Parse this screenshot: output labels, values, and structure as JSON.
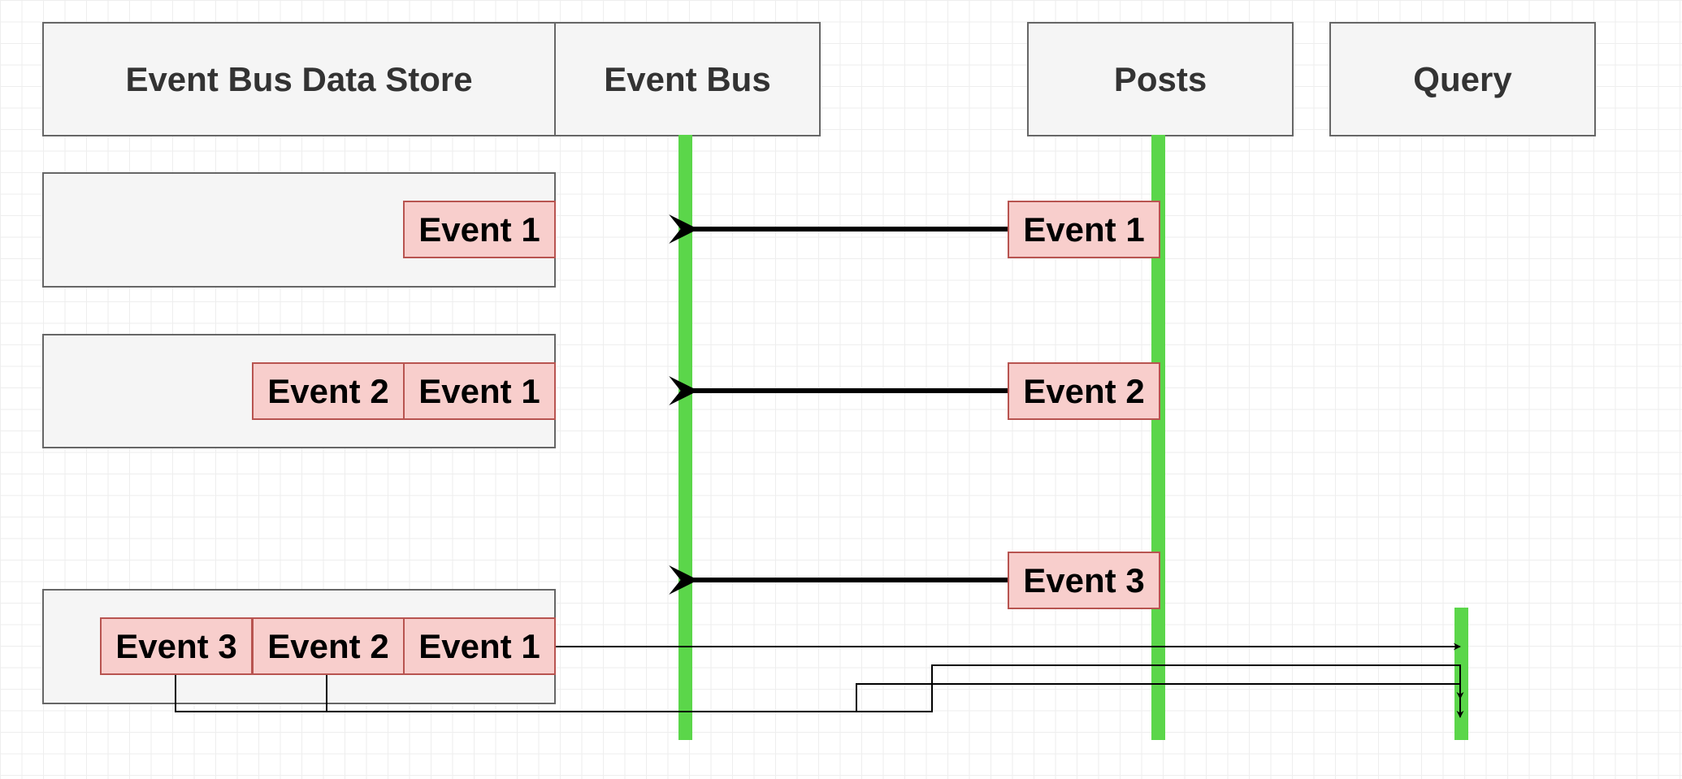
{
  "headers": {
    "data_store": "Event Bus Data Store",
    "event_bus": "Event Bus",
    "posts": "Posts",
    "query": "Query"
  },
  "store_row1": {
    "e1": "Event 1"
  },
  "store_row2": {
    "e2": "Event 2",
    "e1": "Event 1"
  },
  "store_row3": {
    "e3": "Event 3",
    "e2": "Event 2",
    "e1": "Event 1"
  },
  "posts_events": {
    "e1": "Event 1",
    "e2": "Event 2",
    "e3": "Event 3"
  },
  "colors": {
    "lifeline": "#5bd64a",
    "event_fill": "#f8cecc",
    "event_border": "#b85450",
    "box_fill": "#f5f5f5",
    "box_border": "#666666"
  }
}
